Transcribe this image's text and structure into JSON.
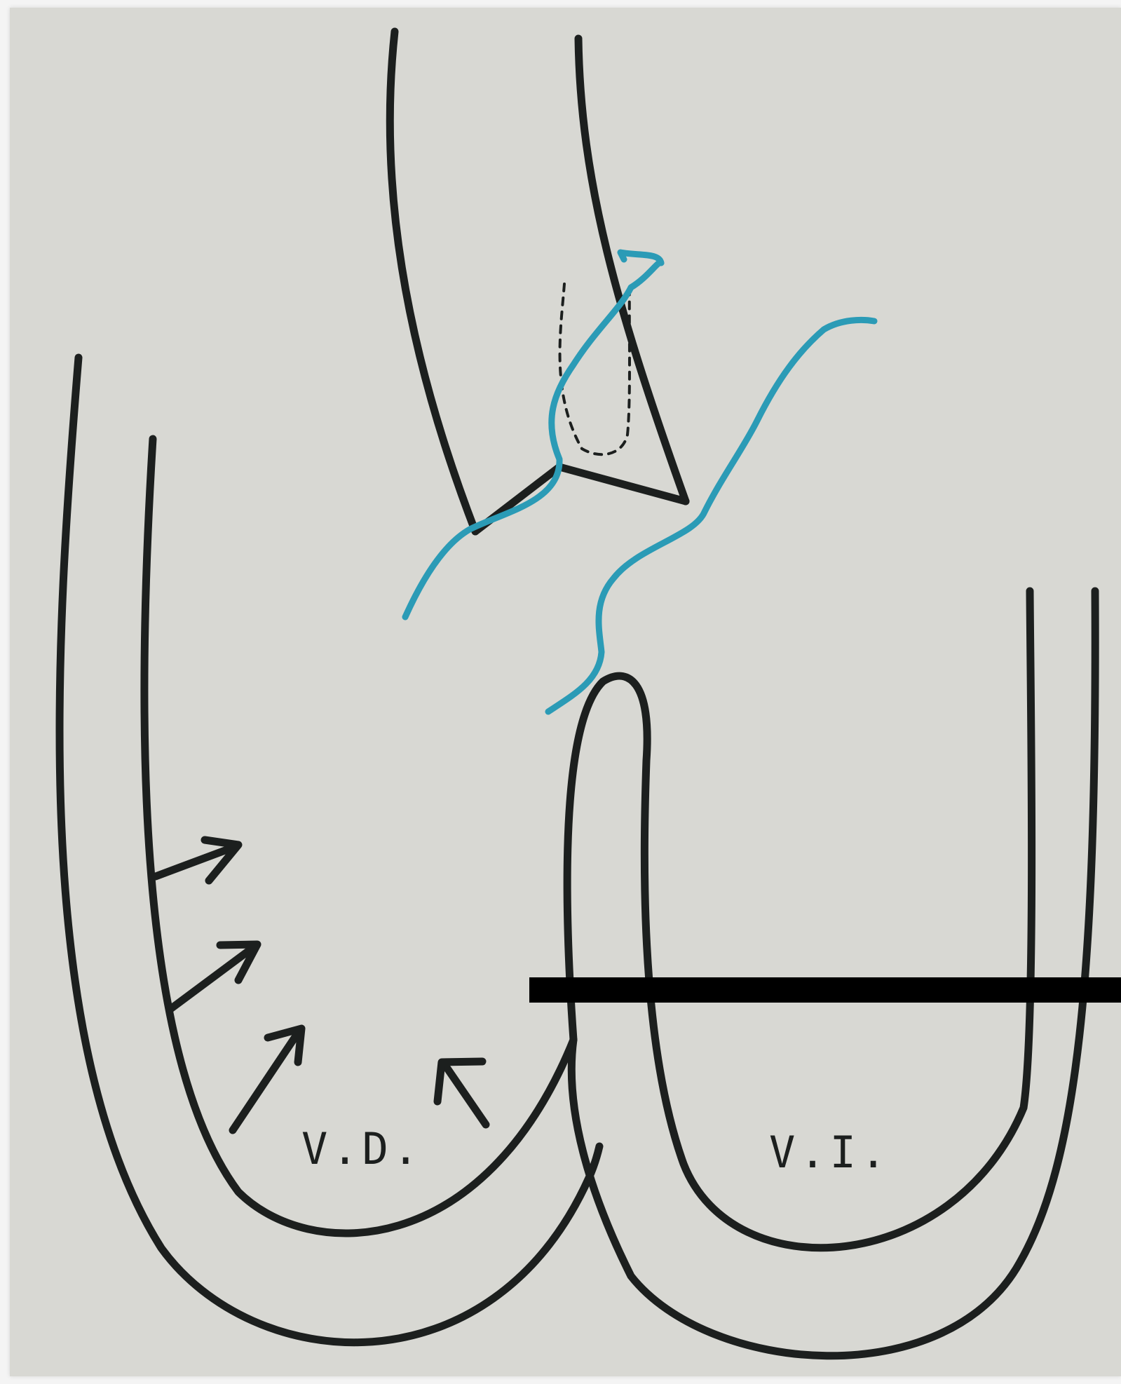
{
  "labels": {
    "right_ventricle": "V.D.",
    "left_ventricle": "V.I."
  },
  "colors": {
    "paper": "#d8d8d3",
    "ink": "#1c1f1e",
    "blue_marker": "#2b9bb6",
    "bar": "#000000"
  },
  "arrow_count": 4
}
